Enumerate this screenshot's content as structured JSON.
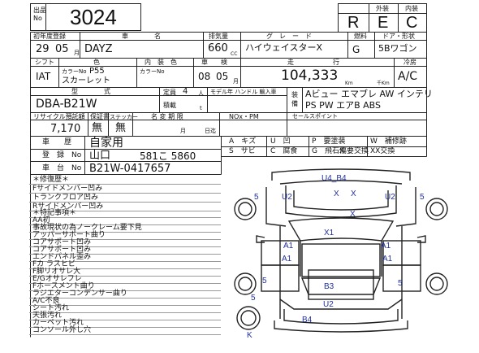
{
  "lot": {
    "label": "出品\nNo",
    "number": "3024"
  },
  "grade_header": {
    "outer_label": "外装",
    "inner_label": "内装",
    "total_value": "R",
    "exterior_value": "E",
    "interior_value": "C"
  },
  "row1": {
    "reg_label": "初年度登録",
    "year": "29",
    "month": "05",
    "month_unit": "月",
    "name_label": "車　　　　名",
    "name": "DAYZ",
    "displacement_label": "排気量",
    "displacement": "660",
    "cc_unit": "CC",
    "grade_label": "グ　レ　ー　ド",
    "grade": "ハイウェイスターX",
    "fuel_label": "燃料",
    "fuel": "G",
    "door_label": "ドア・形状",
    "door": "5Bワゴン"
  },
  "row2": {
    "shift_label": "シフト",
    "shift": "IAT",
    "color_label": "色",
    "color_no_label": "カラーNo",
    "color_no": "P55",
    "color_name": "スカーレット",
    "interior_label": "内　装　色",
    "interior_color_no_label": "カラーNo",
    "inspection_label": "車　　検",
    "inspection_year": "08",
    "inspection_month": "05",
    "inspection_unit": "月",
    "mileage_label": "走　　　　　　行",
    "mileage": "104,333",
    "km_unit": "Km",
    "thousand_km_unit": "千Km",
    "ac_label": "冷房",
    "ac": "A/C"
  },
  "row3": {
    "model_label": "型　　　　式",
    "model": "DBA-B21W",
    "capacity_label": "定員",
    "capacity": "4",
    "capacity_unit": "人",
    "load_label": "積載",
    "load_unit": "t",
    "handle_label": "モデル年 ハンドル 輸入車",
    "equipment_label": "装\n備",
    "equipment_line1": "Aビュー エマブレ AW インテリ",
    "equipment_line2": "PS PW エアB ABS"
  },
  "row4": {
    "recycle_label": "リサイクル預託額",
    "recycle": "7,170",
    "warranty_label": "保証書",
    "warranty": "無",
    "sticker_label": "ステッカー",
    "sticker": "無",
    "expiry_label": "名 変 期 限",
    "expiry_month_unit": "月",
    "expiry_day_unit": "日迄",
    "nox_label": "NOx・PM",
    "sales_point_label": "セールスポイント"
  },
  "vehicle": {
    "history_label": "車　　歴",
    "history": "自家用",
    "reg_no_label": "登　録　No",
    "reg_place": "山口",
    "reg_no": "581こ 5860",
    "chassis_label": "車　台　No",
    "chassis": "B21W-0417657"
  },
  "legend": [
    {
      "code": "A",
      "text": "キズ"
    },
    {
      "code": "U",
      "text": "凹"
    },
    {
      "code": "P",
      "text": "要塗装"
    },
    {
      "code": "W",
      "text": "補修跡"
    },
    {
      "code": "S",
      "text": "サビ"
    },
    {
      "code": "C",
      "text": "腐食"
    },
    {
      "code": "G",
      "text": "飛石傷"
    },
    {
      "code": "XX",
      "text": "交換"
    },
    {
      "code": "X",
      "text": "要交換"
    }
  ],
  "notes": [
    "＊修復歴＊",
    "Fサイドメンバー凹み",
    "トランクフロア凹み",
    "Rサイドメンバー凹み",
    "＊特記事項＊",
    "AA初",
    "事故現状の為ノークレーム要下見",
    "アッパーサポート曲り",
    "コアサポート凹み",
    "コアサポート凹み",
    "エンドパネル歪み",
    "Fカ ラスヒビ",
    "F脚リオサレ大",
    "E/Gオサレフレ",
    "Fホースメント曲り",
    "ラジエターコンデンサー曲り",
    "A/C不良",
    "シート汚れ",
    "天張汚れ",
    "カーペット汚れ",
    "コンソール外し穴"
  ],
  "damage_marks": {
    "front_roof": "U4_B4",
    "left_fender": "U2",
    "right_fender": "U2",
    "left_corner": "5",
    "right_corner": "5",
    "hood_x": "X",
    "hood_x2": "X",
    "engine_x": "X",
    "windshield": "X1",
    "left_door_front": "A1",
    "left_door_rear": "A1",
    "right_door_front": "A1",
    "right_door_rear": "A1",
    "floor": "B3",
    "rear_panel": "U2",
    "rear_bumper": "B4",
    "left_rear": "5",
    "right_rear": "5",
    "rear_left_wheel": "5",
    "spare": "K"
  }
}
